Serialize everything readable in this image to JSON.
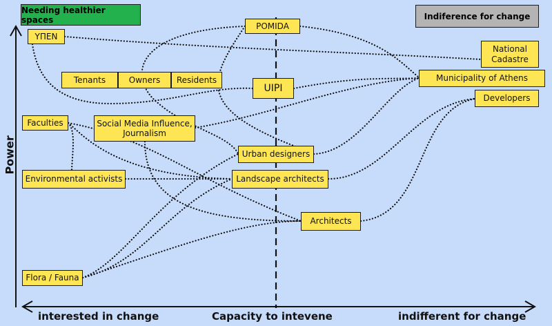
{
  "legend": {
    "interested": {
      "label": "Needing healthier spaces",
      "color": "#23b14d"
    },
    "indifferent": {
      "label": "Indiference for change",
      "color": "#b4b4b4"
    }
  },
  "axes": {
    "y_label": "Power",
    "x_left": "interested in change",
    "x_center": "Capacity to intevene",
    "x_right": "indifferent for change"
  },
  "nodes": {
    "ypen": {
      "label": "ΥΠΕΝ"
    },
    "pomida": {
      "label": "POMIDA"
    },
    "cadastre": {
      "label": "National\nCadastre"
    },
    "municipality": {
      "label": "Municipality of Athens"
    },
    "developers": {
      "label": "Developers"
    },
    "tenants": {
      "label": "Tenants"
    },
    "owners": {
      "label": "Owners"
    },
    "residents": {
      "label": "Residents"
    },
    "uipi": {
      "label": "UIPI"
    },
    "faculties": {
      "label": "Faculties"
    },
    "social": {
      "label": "Social Media Influence,\nJournalism"
    },
    "urban": {
      "label": "Urban designers"
    },
    "env": {
      "label": "Environmental activists"
    },
    "landscape": {
      "label": "Landscape architects"
    },
    "architects": {
      "label": "Architects"
    },
    "flora": {
      "label": "Flora / Fauna"
    }
  },
  "colors": {
    "node_fill": "#fde553",
    "background": "#c7dbfb",
    "link": "#111111"
  }
}
